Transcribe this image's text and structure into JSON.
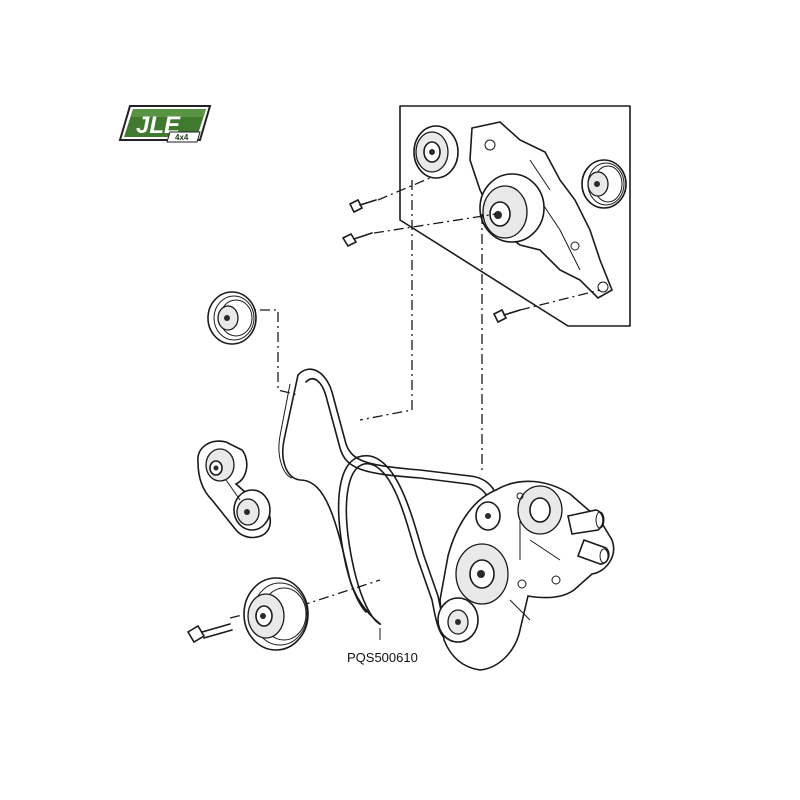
{
  "logo": {
    "brand": "JLE",
    "sub": "4x4",
    "colors": {
      "green": "#3f7a2f",
      "dark": "#1b3d16",
      "border": "#222222"
    }
  },
  "part_number": "PQS500610"
}
